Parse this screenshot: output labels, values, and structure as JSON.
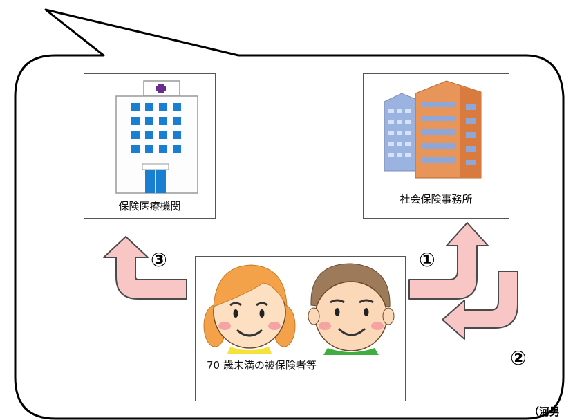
{
  "nodes": {
    "hospital": {
      "label": "保険医療機関"
    },
    "social_insurance_office": {
      "label": "社会保険事務所"
    },
    "insured": {
      "label": "70 歳未満の被保険者等"
    }
  },
  "steps": {
    "one": "①",
    "two": "②",
    "three": "③"
  },
  "source_note": "（河男",
  "colors": {
    "arrow_fill": "#f9c6c6",
    "arrow_stroke": "#4a4a4a",
    "hospital_windows": "#1a7fd1",
    "hospital_cross": "#6b2d8e",
    "building_orange": "#e8955a",
    "building_blue": "#9bb3e0"
  },
  "icons": {
    "hospital": "hospital-building-icon",
    "office": "office-building-icon",
    "girl": "girl-face-icon",
    "boy": "boy-face-icon"
  }
}
